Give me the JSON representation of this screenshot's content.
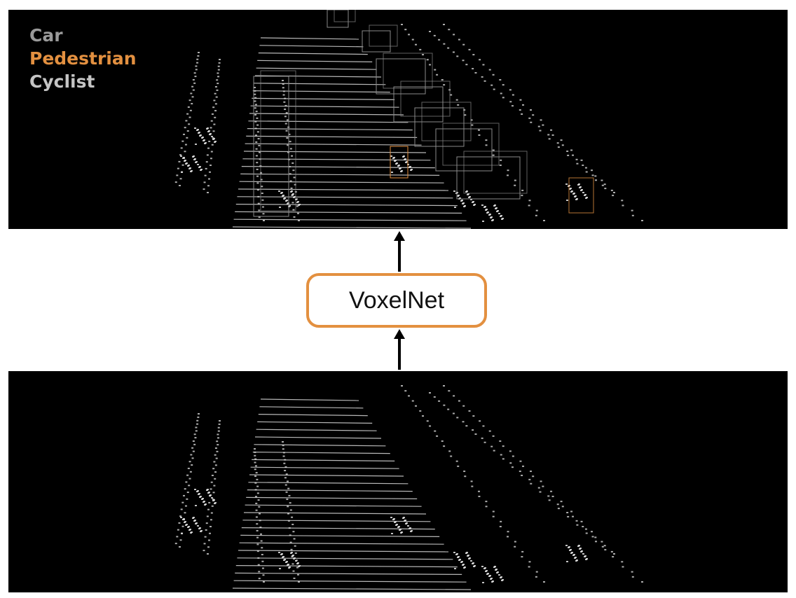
{
  "legend": [
    {
      "label": "Car",
      "color": "#9a9a9a"
    },
    {
      "label": "Pedestrian",
      "color": "#e39040"
    },
    {
      "label": "Cyclist",
      "color": "#c4c4c4"
    }
  ],
  "model": {
    "label": "VoxelNet",
    "border_color": "#e39040"
  },
  "colors": {
    "background": "#000000",
    "points": "#d8d8d8",
    "car_box": "#8a8a8a",
    "pedestrian_box": "#e39040",
    "arrow": "#000000"
  }
}
